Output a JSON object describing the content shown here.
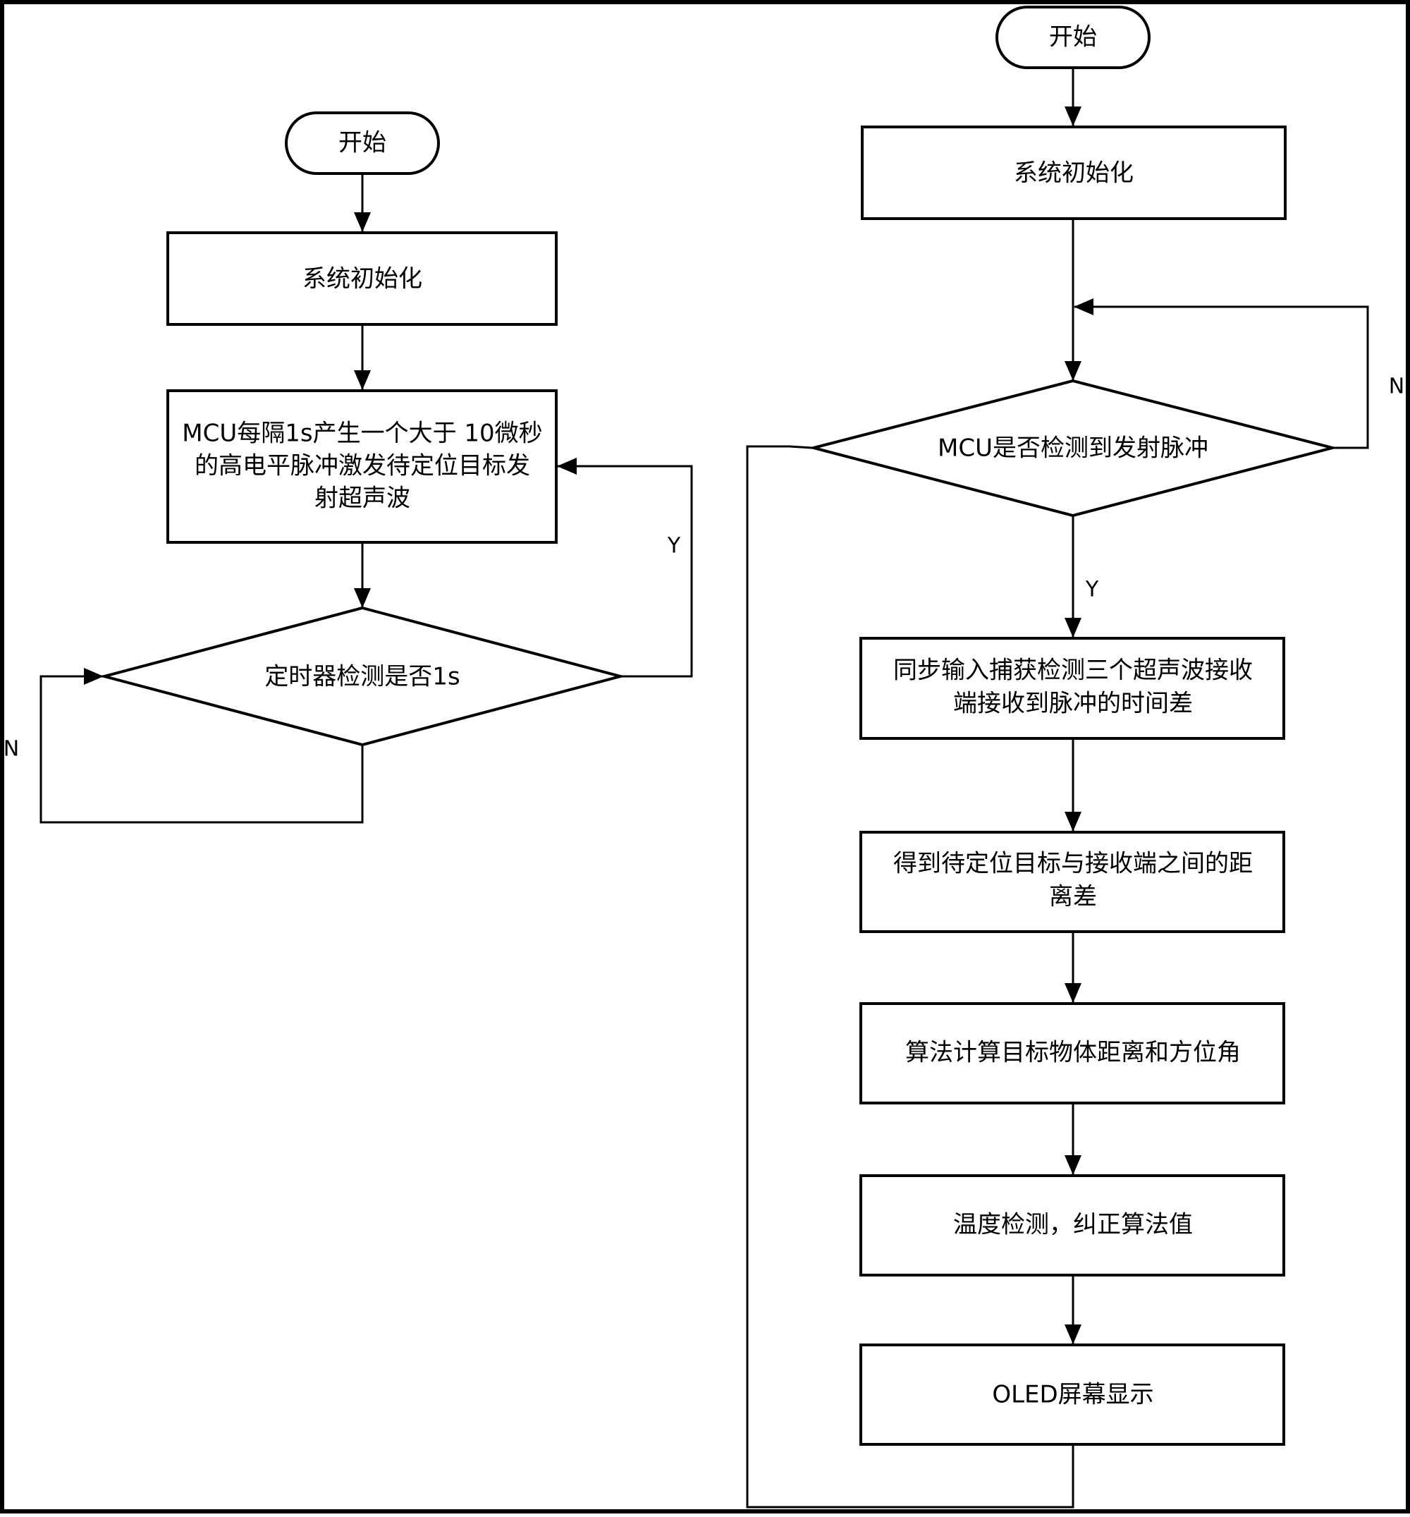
{
  "left_flow": {
    "start": "开始",
    "init": "系统初始化",
    "emit_lines": [
      "MCU每隔1s产生一个大于 10微秒",
      "的高电平脉冲激发待定位目标发",
      "射超声波"
    ],
    "decision": "定时器检测是否1s",
    "yes": "Y",
    "no": "N"
  },
  "right_flow": {
    "start": "开始",
    "init": "系统初始化",
    "decision": "MCU是否检测到发射脉冲",
    "yes": "Y",
    "no": "N",
    "capture_lines": [
      "同步输入捕获检测三个超声波接收",
      "端接收到脉冲的时间差"
    ],
    "distance_lines": [
      "得到待定位目标与接收端之间的距",
      "离差"
    ],
    "compute": "算法计算目标物体距离和方位角",
    "temperature": "温度检测，纠正算法值",
    "display": "OLED屏幕显示"
  }
}
